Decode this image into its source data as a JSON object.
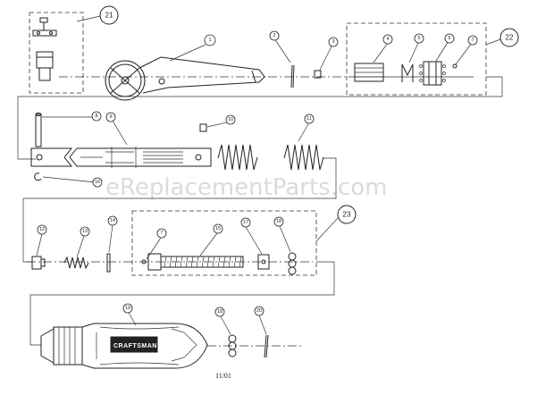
{
  "diagram": {
    "watermark": "eReplacementParts.com",
    "footer_code": "11/01",
    "handle_brand": "CRAFTSMAN",
    "callouts": {
      "c1": "1",
      "c2": "2",
      "c3": "3",
      "c4": "4",
      "c5": "5",
      "c6": "6",
      "c7a": "7",
      "c7b": "7",
      "c8": "8",
      "c9": "9",
      "c10": "10",
      "c11": "11",
      "c12": "12",
      "c13": "13",
      "c14": "14",
      "c15": "15",
      "c16": "16",
      "c17": "17",
      "c18a": "18",
      "c18b": "18",
      "c19": "19",
      "c20": "20",
      "c21": "21",
      "c22": "22",
      "c23": "23"
    }
  }
}
